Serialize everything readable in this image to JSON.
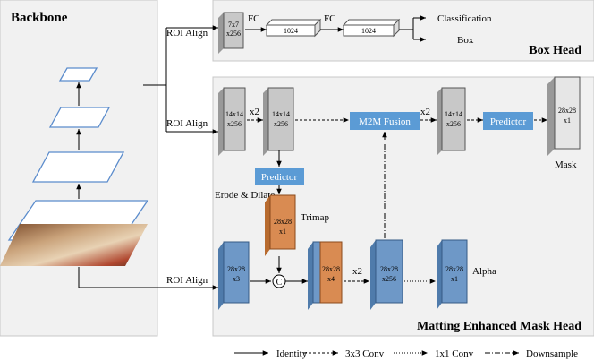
{
  "panels": {
    "backbone": "Backbone",
    "box_head": "Box Head",
    "mask_head": "Matting Enhanced Mask Head"
  },
  "box_head": {
    "roi_align": "ROI Align",
    "roi_feature": [
      "7x7",
      "x256"
    ],
    "fc1": "FC",
    "fc1_dim": "1024",
    "fc2": "FC",
    "fc2_dim": "1024",
    "classification": "Classification",
    "box": "Box"
  },
  "mask_branch": {
    "roi_align": "ROI Align",
    "feat_a": [
      "14x14",
      "x256"
    ],
    "up_a": "x2",
    "feat_b": [
      "14x14",
      "x256"
    ],
    "fusion": "M2M Fusion",
    "up_b": "x2",
    "feat_c": [
      "14x14",
      "x256"
    ],
    "predictor": "Predictor",
    "mask_feat": [
      "28x28",
      "x1"
    ],
    "mask_label": "Mask"
  },
  "trimap_branch": {
    "predictor": "Predictor",
    "erode_dilate": "Erode & Dilate",
    "trimap_feat": [
      "28x28",
      "x1"
    ],
    "trimap_label": "Trimap"
  },
  "matting_branch": {
    "roi_align": "ROI Align",
    "image_feat": [
      "28x28",
      "x3"
    ],
    "concat": "C",
    "feat_x4": [
      "28x28",
      "x4"
    ],
    "up": "x2",
    "feat_x256": [
      "28x28",
      "x256"
    ],
    "alpha_feat": [
      "28x28",
      "x1"
    ],
    "alpha_label": "Alpha"
  },
  "legend": [
    {
      "style": "solid",
      "label": "Identity"
    },
    {
      "style": "dashed",
      "label": "3x3 Conv"
    },
    {
      "style": "dotted",
      "label": "1x1 Conv"
    },
    {
      "style": "dashdot",
      "label": "Downsample"
    }
  ],
  "colors": {
    "gray_block": "#c8c8c8",
    "orange_block": "#d98b52",
    "blue_block": "#6e98c7",
    "predictor_box": "#5b9bd5",
    "panel_bg": "#f1f1f1"
  }
}
